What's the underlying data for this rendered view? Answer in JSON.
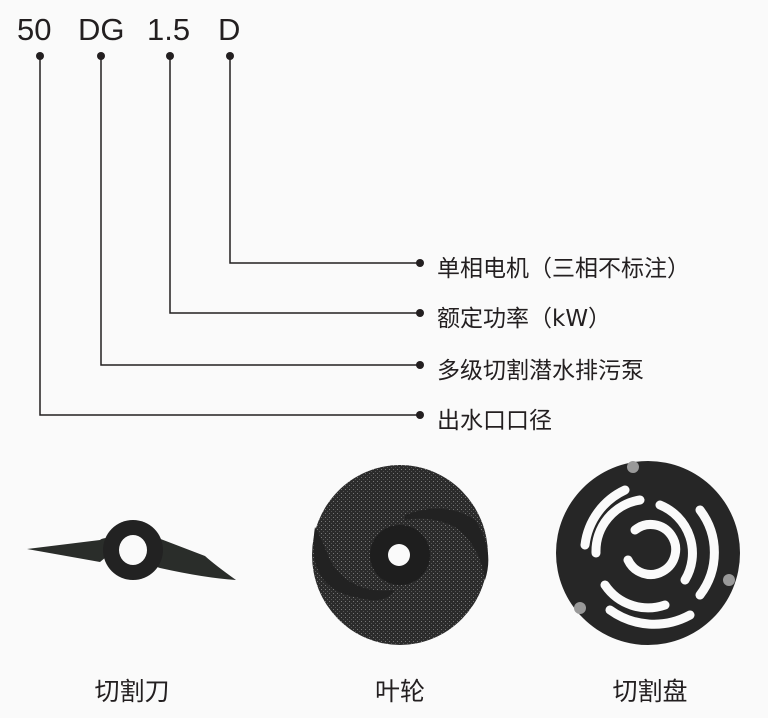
{
  "model_code": {
    "parts": [
      "50",
      "DG",
      "1.5",
      "D"
    ]
  },
  "legend": [
    {
      "code": "D",
      "meaning": "单相电机（三相不标注）"
    },
    {
      "code": "1.5",
      "meaning": "额定功率（kW）"
    },
    {
      "code": "DG",
      "meaning": "多级切割潜水排污泵"
    },
    {
      "code": "50",
      "meaning": "出水口口径"
    }
  ],
  "components": [
    {
      "name": "切割刀",
      "icon": "cutter-blade-icon"
    },
    {
      "name": "叶轮",
      "icon": "impeller-icon"
    },
    {
      "name": "切割盘",
      "icon": "cutting-disc-icon"
    }
  ]
}
